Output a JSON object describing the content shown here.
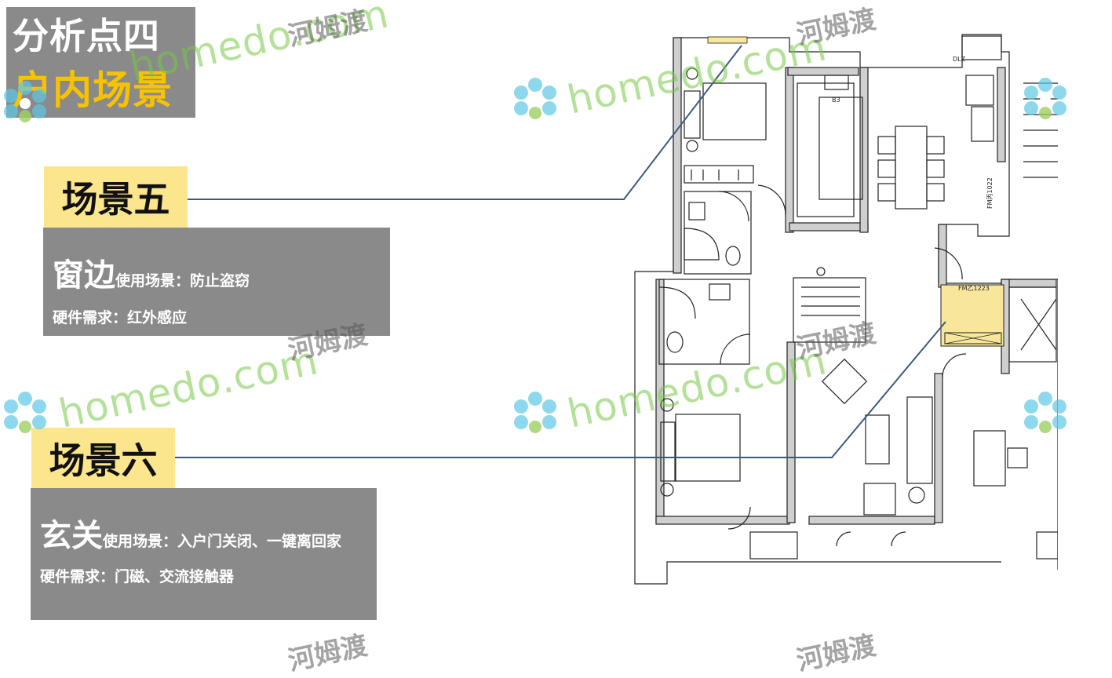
{
  "title": {
    "line1": "分析点四",
    "line2": "户内场景"
  },
  "scene5": {
    "tag": "场景五",
    "location": "窗边",
    "usage": "使用场景：防止盗窃",
    "hardware": "硬件需求：红外感应"
  },
  "scene6": {
    "tag": "场景六",
    "location": "玄关",
    "usage": "使用场景：入户门关闭、一键离回家",
    "hardware": "硬件需求：门磁、交流接触器"
  },
  "watermark": {
    "latin": "homedo.com",
    "chinese": "河姆渡"
  },
  "floorplan_labels": {
    "entry_door": "FM乙1223",
    "side_door": "FM丙1022",
    "dlz": "DLZ",
    "b3": "B3"
  },
  "colors": {
    "panel_gray": "#8a8a8a",
    "tag_yellow": "#fbe58d",
    "title_yellow": "#f7c300",
    "leader_line": "#3c5a80",
    "highlight": "#f8e79a"
  }
}
